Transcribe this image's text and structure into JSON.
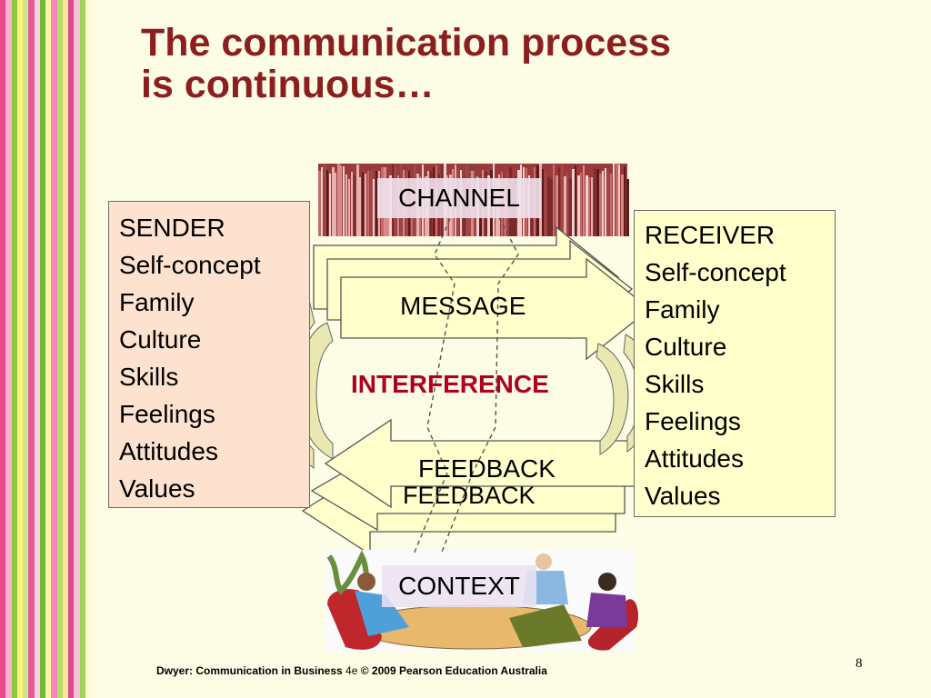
{
  "title": {
    "line1": "The communication process",
    "line2": "is continuous…"
  },
  "sender": {
    "items": [
      "SENDER",
      "Self-concept",
      "Family",
      "Culture",
      "Skills",
      "Feelings",
      "Attitudes",
      "Values"
    ]
  },
  "receiver": {
    "items": [
      "RECEIVER",
      "Self-concept",
      "Family",
      "Culture",
      "Skills",
      "Feelings",
      "Attitudes",
      "Values"
    ]
  },
  "labels": {
    "channel": "CHANNEL",
    "message": "MESSAGE",
    "interference": "INTERFERENCE",
    "feedback": "FEEDBACK",
    "feedback_shadow": "FEEDBACK",
    "context": "CONTEXT"
  },
  "footer": {
    "source": "Dwyer: Communication in Business",
    "edition": "4e",
    "copyright": "© 2009 Pearson Education Australia"
  },
  "page_number": "8",
  "colors": {
    "title": "#8b1f1f",
    "sender_fill": "#fde3cf",
    "receiver_fill": "#ffffcc",
    "arrow_fill": "#ffffcc",
    "curve_fill": "#e8e8b0",
    "interference": "#b00020",
    "stripes": [
      "#e84a8a",
      "#f7b3cf",
      "#8ec63f",
      "#fdf27a",
      "#c9e88f",
      "#e65a9c",
      "#f9d0e0",
      "#6fb83c",
      "#fff2a8",
      "#f28bb7",
      "#b5dd6a",
      "#fbe59a",
      "#d94c8f",
      "#f6c1d8",
      "#9fd35a",
      "#fffbd0"
    ]
  },
  "icons": {
    "channel": "cable-texture-image",
    "context": "meeting-people-illustration"
  }
}
